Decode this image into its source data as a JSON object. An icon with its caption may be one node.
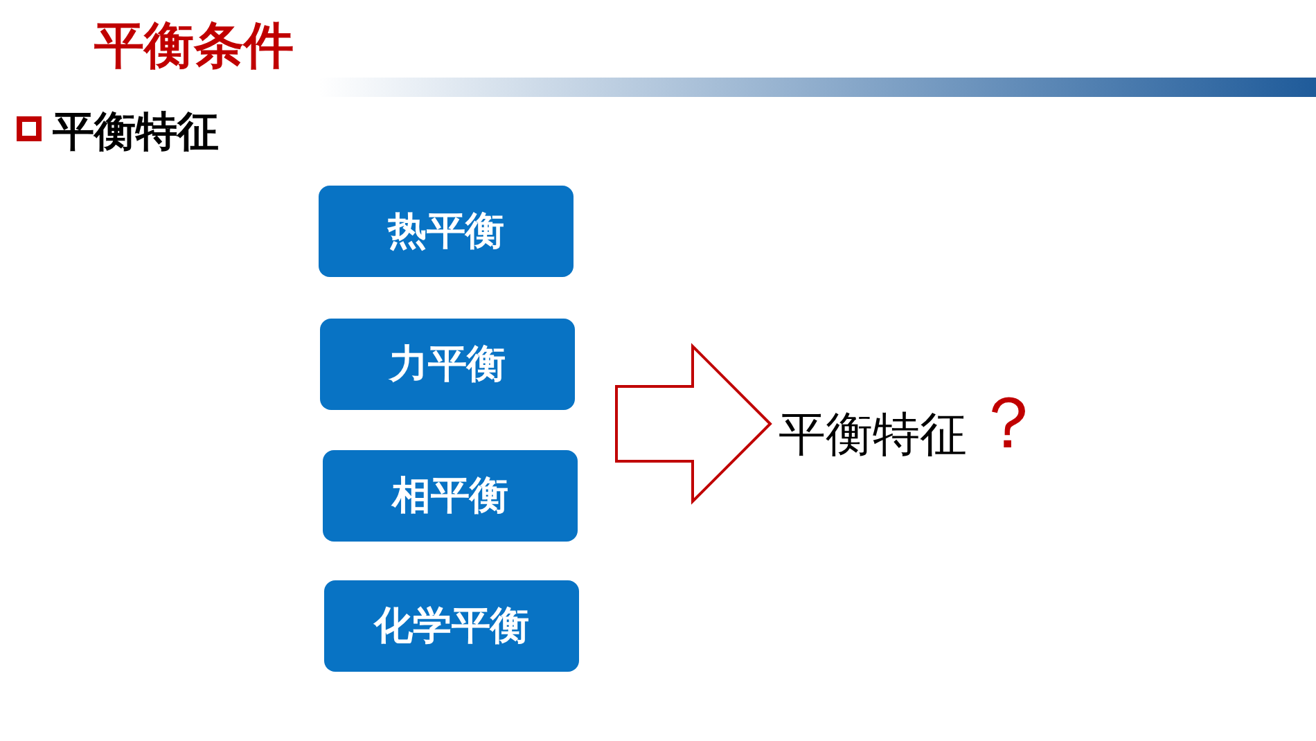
{
  "diagram": {
    "title": "平衡条件",
    "nodes": [
      {
        "text": [
          "热平衡"
        ]
      },
      {
        "text": [
          "力平衡"
        ]
      },
      {
        "text": [
          "相平衡"
        ]
      },
      {
        "text": [
          "化学平衡"
        ]
      },
      {
        "text": [
          "平衡特征",
          "？"
        ]
      }
    ],
    "edges": [
      {
        "from": null,
        "to": 4,
        "arrow": "to"
      }
    ],
    "labels": [
      "平衡特征"
    ]
  }
}
